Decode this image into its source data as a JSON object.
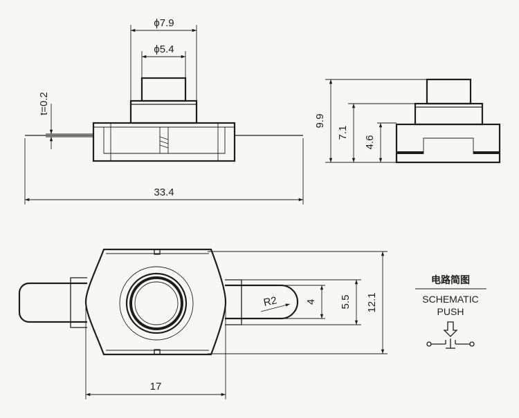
{
  "dimensions": {
    "top_outer_dia": "ϕ7.9",
    "top_inner_dia": "ϕ5.4",
    "thickness": "t=0.2",
    "overall_length": "33.4",
    "side_height_total": "9.9",
    "side_height_mid": "7.1",
    "side_height_base": "4.6",
    "tab_radius": "R2",
    "tab_width_inner": "4",
    "tab_width_outer": "5.5",
    "body_height": "12.1",
    "body_width": "17"
  },
  "schematic": {
    "title_cn": "电路简图",
    "title_en": "SCHEMATIC",
    "mode": "PUSH"
  },
  "colors": {
    "line": "#1d1d1d",
    "paper": "#f7f7f5"
  }
}
